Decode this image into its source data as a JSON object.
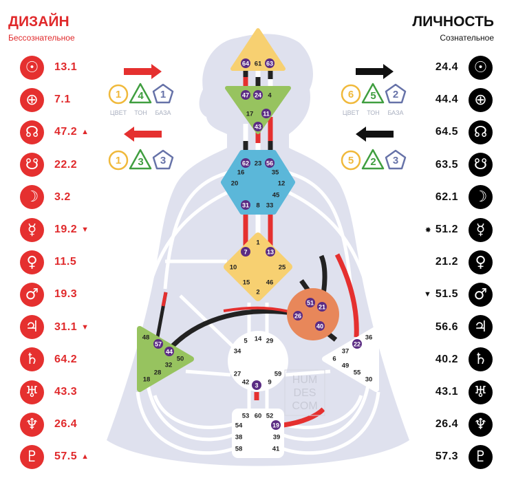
{
  "design": {
    "title": "ДИЗАЙН",
    "subtitle": "Бессознательное",
    "color": "#e0292b",
    "planets": [
      {
        "icon": "sun-icon",
        "glyph": "☉",
        "value": "13.1",
        "mark": ""
      },
      {
        "icon": "earth-icon",
        "glyph": "⊕",
        "value": "7.1",
        "mark": ""
      },
      {
        "icon": "north-node-icon",
        "glyph": "☊",
        "value": "47.2",
        "mark": "▲"
      },
      {
        "icon": "south-node-icon",
        "glyph": "☋",
        "value": "22.2",
        "mark": ""
      },
      {
        "icon": "moon-icon",
        "glyph": "☽",
        "value": "3.2",
        "mark": ""
      },
      {
        "icon": "mercury-icon",
        "glyph": "☿",
        "value": "19.2",
        "mark": "▼"
      },
      {
        "icon": "venus-icon",
        "glyph": "♀",
        "value": "11.5",
        "mark": ""
      },
      {
        "icon": "mars-icon",
        "glyph": "♂",
        "value": "19.3",
        "mark": ""
      },
      {
        "icon": "jupiter-icon",
        "glyph": "♃",
        "value": "31.1",
        "mark": "▼"
      },
      {
        "icon": "saturn-icon",
        "glyph": "♄",
        "value": "64.2",
        "mark": ""
      },
      {
        "icon": "uranus-icon",
        "glyph": "♅",
        "value": "43.3",
        "mark": ""
      },
      {
        "icon": "neptune-icon",
        "glyph": "♆",
        "value": "26.4",
        "mark": ""
      },
      {
        "icon": "pluto-icon",
        "glyph": "♇",
        "value": "57.5",
        "mark": "▲"
      }
    ],
    "variables": [
      {
        "arrow": "right",
        "color": "1",
        "tone": "4",
        "base": "1"
      },
      {
        "arrow": "left",
        "color": "1",
        "tone": "3",
        "base": "3"
      }
    ]
  },
  "personality": {
    "title": "ЛИЧНОСТЬ",
    "subtitle": "Сознательное",
    "color": "#111111",
    "planets": [
      {
        "icon": "sun-icon",
        "glyph": "☉",
        "value": "24.4",
        "mark": ""
      },
      {
        "icon": "earth-icon",
        "glyph": "⊕",
        "value": "44.4",
        "mark": ""
      },
      {
        "icon": "north-node-icon",
        "glyph": "☊",
        "value": "64.5",
        "mark": ""
      },
      {
        "icon": "south-node-icon",
        "glyph": "☋",
        "value": "63.5",
        "mark": ""
      },
      {
        "icon": "moon-icon",
        "glyph": "☽",
        "value": "62.1",
        "mark": ""
      },
      {
        "icon": "mercury-icon",
        "glyph": "☿",
        "value": "51.2",
        "mark": "✸"
      },
      {
        "icon": "venus-icon",
        "glyph": "♀",
        "value": "21.2",
        "mark": ""
      },
      {
        "icon": "mars-icon",
        "glyph": "♂",
        "value": "51.5",
        "mark": "▼"
      },
      {
        "icon": "jupiter-icon",
        "glyph": "♃",
        "value": "56.6",
        "mark": ""
      },
      {
        "icon": "saturn-icon",
        "glyph": "♄",
        "value": "40.2",
        "mark": ""
      },
      {
        "icon": "uranus-icon",
        "glyph": "♅",
        "value": "43.1",
        "mark": ""
      },
      {
        "icon": "neptune-icon",
        "glyph": "♆",
        "value": "26.4",
        "mark": ""
      },
      {
        "icon": "pluto-icon",
        "glyph": "♇",
        "value": "57.3",
        "mark": ""
      }
    ],
    "variables": [
      {
        "arrow": "right",
        "color": "6",
        "tone": "5",
        "base": "2"
      },
      {
        "arrow": "left",
        "color": "5",
        "tone": "2",
        "base": "3"
      }
    ]
  },
  "variable_labels": {
    "color": "ЦВЕТ",
    "tone": "ТОН",
    "base": "БАЗА"
  },
  "watermark": [
    "HUM",
    "DES",
    "COM"
  ],
  "centers": {
    "head": [
      {
        "n": "64",
        "a": true
      },
      {
        "n": "61",
        "a": false
      },
      {
        "n": "63",
        "a": true
      }
    ],
    "ajna": [
      {
        "n": "47",
        "a": true
      },
      {
        "n": "24",
        "a": true
      },
      {
        "n": "4",
        "a": false
      },
      {
        "n": "17",
        "a": false
      },
      {
        "n": "11",
        "a": true
      },
      {
        "n": "43",
        "a": true
      }
    ],
    "throat": [
      {
        "n": "62",
        "a": true
      },
      {
        "n": "23",
        "a": false
      },
      {
        "n": "56",
        "a": true
      },
      {
        "n": "16",
        "a": false
      },
      {
        "n": "35",
        "a": false
      },
      {
        "n": "20",
        "a": false
      },
      {
        "n": "12",
        "a": false
      },
      {
        "n": "45",
        "a": false
      },
      {
        "n": "31",
        "a": true
      },
      {
        "n": "8",
        "a": false
      },
      {
        "n": "33",
        "a": false
      }
    ],
    "g": [
      {
        "n": "1",
        "a": false
      },
      {
        "n": "7",
        "a": true
      },
      {
        "n": "13",
        "a": true
      },
      {
        "n": "10",
        "a": false
      },
      {
        "n": "25",
        "a": false
      },
      {
        "n": "15",
        "a": false
      },
      {
        "n": "46",
        "a": false
      },
      {
        "n": "2",
        "a": false
      }
    ],
    "heart": [
      {
        "n": "51",
        "a": true
      },
      {
        "n": "21",
        "a": true
      },
      {
        "n": "26",
        "a": true
      },
      {
        "n": "40",
        "a": true
      }
    ],
    "spleen": [
      {
        "n": "48",
        "a": false
      },
      {
        "n": "57",
        "a": true
      },
      {
        "n": "44",
        "a": true
      },
      {
        "n": "50",
        "a": false
      },
      {
        "n": "32",
        "a": false
      },
      {
        "n": "28",
        "a": false
      },
      {
        "n": "18",
        "a": false
      }
    ],
    "sacral": [
      {
        "n": "5",
        "a": false
      },
      {
        "n": "14",
        "a": false
      },
      {
        "n": "29",
        "a": false
      },
      {
        "n": "34",
        "a": false
      },
      {
        "n": "27",
        "a": false
      },
      {
        "n": "59",
        "a": false
      },
      {
        "n": "42",
        "a": false
      },
      {
        "n": "3",
        "a": true
      },
      {
        "n": "9",
        "a": false
      }
    ],
    "solar_plexus": [
      {
        "n": "36",
        "a": false
      },
      {
        "n": "22",
        "a": true
      },
      {
        "n": "37",
        "a": false
      },
      {
        "n": "6",
        "a": false
      },
      {
        "n": "49",
        "a": false
      },
      {
        "n": "55",
        "a": false
      },
      {
        "n": "30",
        "a": false
      }
    ],
    "root": [
      {
        "n": "53",
        "a": false
      },
      {
        "n": "60",
        "a": false
      },
      {
        "n": "52",
        "a": false
      },
      {
        "n": "54",
        "a": false
      },
      {
        "n": "19",
        "a": true
      },
      {
        "n": "38",
        "a": false
      },
      {
        "n": "39",
        "a": false
      },
      {
        "n": "58",
        "a": false
      },
      {
        "n": "41",
        "a": false
      }
    ]
  }
}
